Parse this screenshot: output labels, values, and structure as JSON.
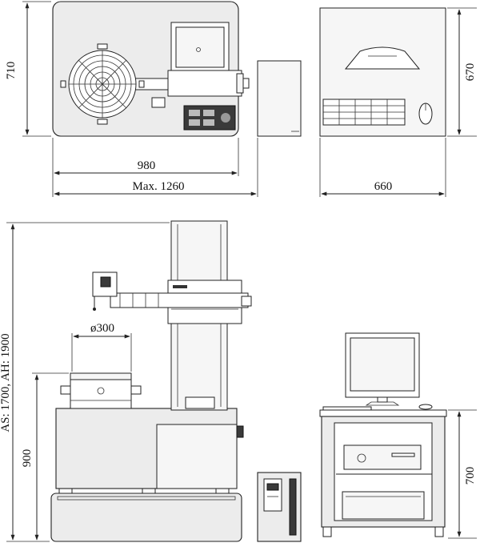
{
  "top_view": {
    "height_label": "710",
    "width_label": "980",
    "max_width_label": "Max. 1260"
  },
  "desk_top_view": {
    "height_label": "670",
    "width_label": "660"
  },
  "front_view": {
    "total_height_label": "AS: 1700, AH: 1900",
    "table_diameter_label": "ø300",
    "base_height_label": "900"
  },
  "desk_front_view": {
    "height_label": "700"
  }
}
